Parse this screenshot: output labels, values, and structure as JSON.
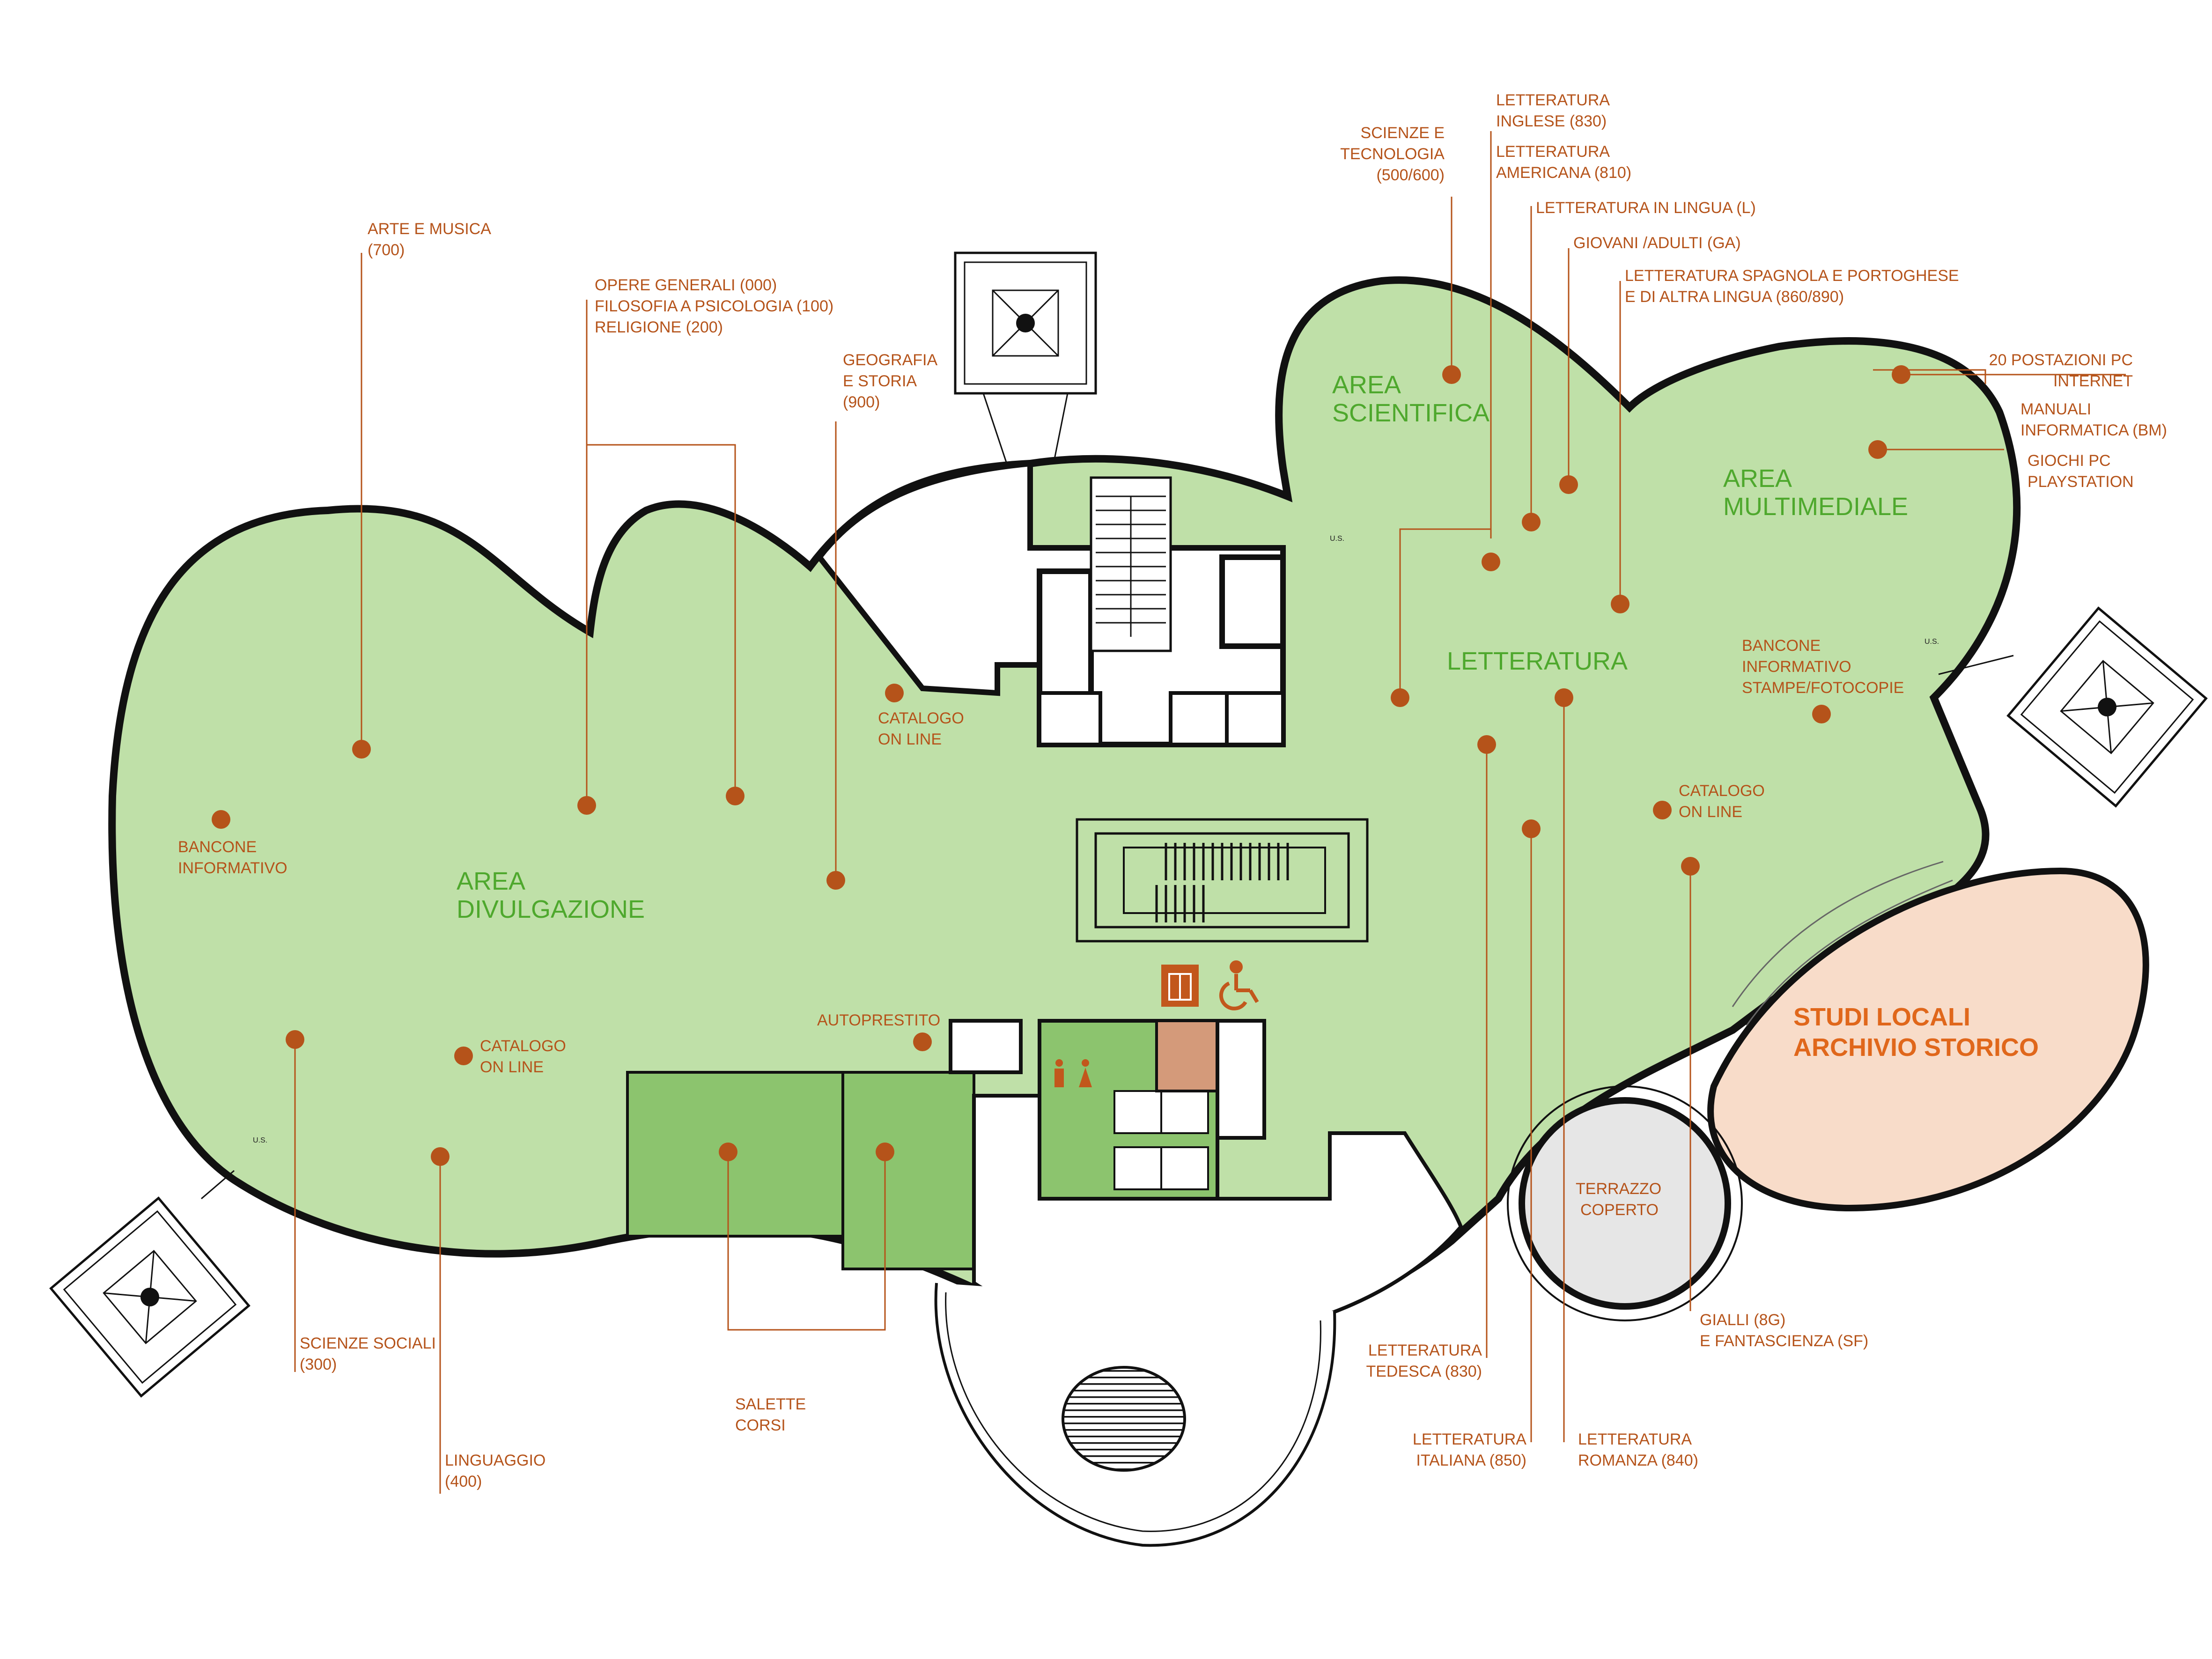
{
  "colors": {
    "main_floor": "#bfe0a8",
    "salette": "#8cc46e",
    "toilets": "#8cc46e",
    "studi_locali": "#f8dcc9",
    "terrazzo": "#e6e6e6",
    "label": "#b5531a",
    "area_label": "#4ea82d",
    "studi_label": "#e0671b",
    "elevator": "#d49a7a"
  },
  "areas": {
    "divulgazione": [
      "AREA",
      "DIVULGAZIONE"
    ],
    "scientifica": [
      "AREA",
      "SCIENTIFICA"
    ],
    "multimediale": [
      "AREA",
      "MULTIMEDIALE"
    ],
    "letteratura": "LETTERATURA",
    "studi_locali": [
      "STUDI LOCALI",
      "ARCHIVIO STORICO"
    ],
    "terrazzo": [
      "TERRAZZO",
      "COPERTO"
    ]
  },
  "labels": {
    "arte": [
      "ARTE E MUSICA",
      "(700)"
    ],
    "opere": [
      "OPERE GENERALI (000)",
      "FILOSOFIA A PSICOLOGIA (100)",
      "RELIGIONE (200)"
    ],
    "geografia": [
      "GEOGRAFIA",
      "E STORIA",
      "(900)"
    ],
    "scienze_tec": [
      "SCIENZE E",
      "TECNOLOGIA",
      "(500/600)"
    ],
    "lett_inglese": [
      "LETTERATURA",
      "INGLESE (830)"
    ],
    "lett_americana": [
      "LETTERATURA",
      "AMERICANA (810)"
    ],
    "lett_lingua": "LETTERATURA IN LINGUA (L)",
    "giovani": "GIOVANI /ADULTI  (GA)",
    "lett_spagnola": [
      "LETTERATURA SPAGNOLA E PORTOGHESE",
      "E DI ALTRA LINGUA (860/890)"
    ],
    "postazioni": [
      "20 POSTAZIONI  PC",
      "INTERNET"
    ],
    "manuali": [
      "MANUALI",
      "INFORMATICA (BM)"
    ],
    "giochi": [
      "GIOCHI PC",
      "PLAYSTATION"
    ],
    "bancone_sx": [
      "BANCONE",
      "INFORMATIVO"
    ],
    "catalogo_1": [
      "CATALOGO",
      "ON LINE"
    ],
    "catalogo_2": [
      "CATALOGO",
      "ON LINE"
    ],
    "catalogo_3": [
      "CATALOGO",
      "ON LINE"
    ],
    "bancone_dx": [
      "BANCONE",
      "INFORMATIVO",
      "STAMPE/FOTOCOPIE"
    ],
    "autoprestito": "AUTOPRESTITO",
    "scienze_sociali": [
      "SCIENZE SOCIALI",
      "(300)"
    ],
    "linguaggio": [
      "LINGUAGGIO",
      "(400)"
    ],
    "salette": [
      "SALETTE",
      "CORSI"
    ],
    "lett_tedesca": [
      "LETTERATURA",
      "TEDESCA (830)"
    ],
    "lett_italiana": [
      "LETTERATURA",
      "ITALIANA (850)"
    ],
    "lett_romanza": [
      "LETTERATURA",
      "ROMANZA (840)"
    ],
    "gialli": [
      "GIALLI (8G)",
      "E FANTASCIENZA (SF)"
    ],
    "us": "U.S."
  },
  "icons": [
    "elevator-icon",
    "wheelchair-icon",
    "toilet-man-icon",
    "toilet-woman-icon",
    "stair-icon",
    "arrow-icon"
  ]
}
